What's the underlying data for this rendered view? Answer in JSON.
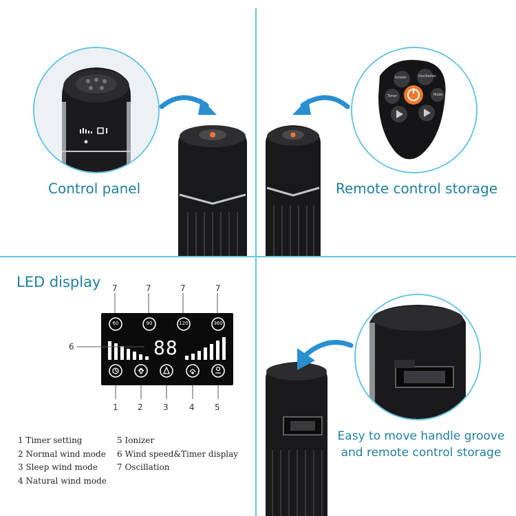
{
  "quadrants": {
    "control_panel": {
      "title": "Control panel"
    },
    "remote_storage": {
      "title": "Remote control storage",
      "remote_buttons": {
        "top_left": "Ionizer",
        "top_right": "Oscillation",
        "left": "Timer",
        "right": "Mode"
      }
    },
    "led_display": {
      "title": "LED display",
      "top_numbers": [
        "7",
        "7",
        "7",
        "7"
      ],
      "side_number": "6",
      "bottom_numbers": [
        "1",
        "2",
        "3",
        "4",
        "5"
      ],
      "oscillation_angles": [
        "60",
        "90",
        "120",
        "360"
      ],
      "display_digits": "88",
      "legend_left": [
        "1 Timer setting",
        "2 Normal wind mode",
        "3 Sleep wind mode",
        "4 Natural wind mode"
      ],
      "legend_right": [
        "5 Ionizer",
        "6 Wind speed&Timer display",
        "7 Oscillation"
      ]
    },
    "handle": {
      "caption_line1": "Easy to move handle groove",
      "caption_line2": "and remote control storage"
    }
  },
  "colors": {
    "accent": "#67c3e3",
    "title": "#1f7fa0",
    "arrow": "#2a8fd0",
    "power_button": "#f07a2c"
  }
}
